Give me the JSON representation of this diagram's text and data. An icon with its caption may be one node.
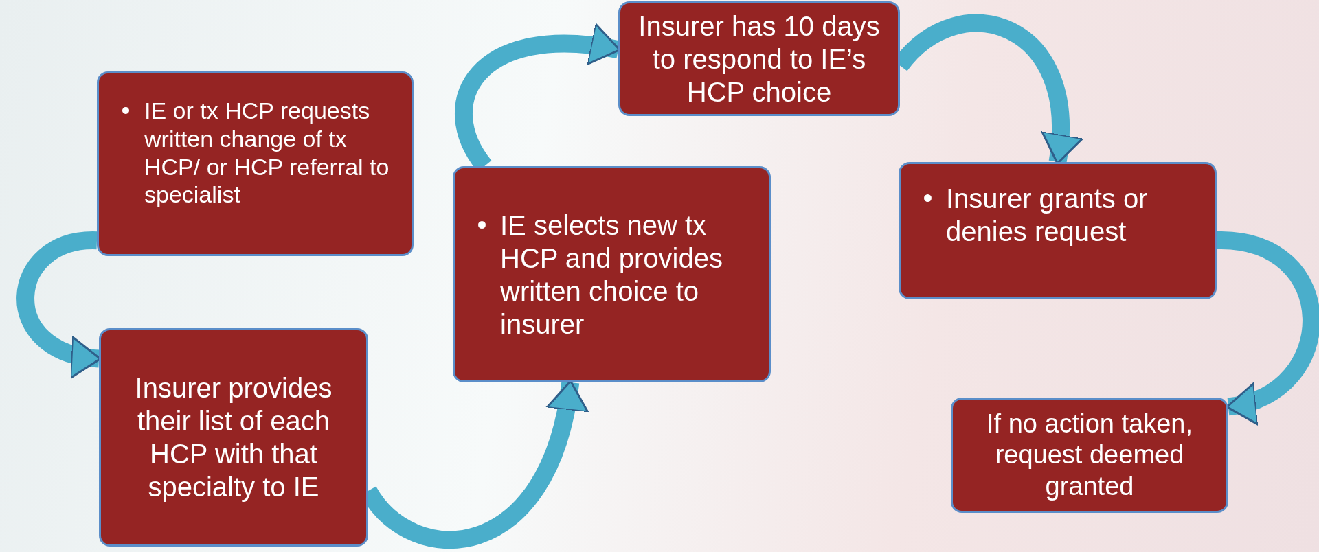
{
  "diagram": {
    "nodes": [
      {
        "text": [
          "IE or tx HCP requests written change of tx HCP/ or HCP referral to specialist"
        ]
      },
      {
        "text": [
          "Insurer provides their list of each HCP with that specialty to IE"
        ]
      },
      {
        "text": [
          "IE selects new tx HCP and provides written choice to insurer"
        ]
      },
      {
        "text": [
          "Insurer has 10 days to respond to IE’s HCP choice"
        ]
      },
      {
        "text": [
          "Insurer  grants or denies request"
        ]
      },
      {
        "text": [
          "If no action taken, request deemed granted"
        ]
      }
    ],
    "edges": [
      {
        "from": 0,
        "to": 1,
        "arrow": "to"
      },
      {
        "from": 1,
        "to": 2,
        "arrow": "to"
      },
      {
        "from": 2,
        "to": 3,
        "arrow": "to"
      },
      {
        "from": 3,
        "to": 4,
        "arrow": "to"
      },
      {
        "from": 4,
        "to": 5,
        "arrow": "to"
      }
    ]
  }
}
